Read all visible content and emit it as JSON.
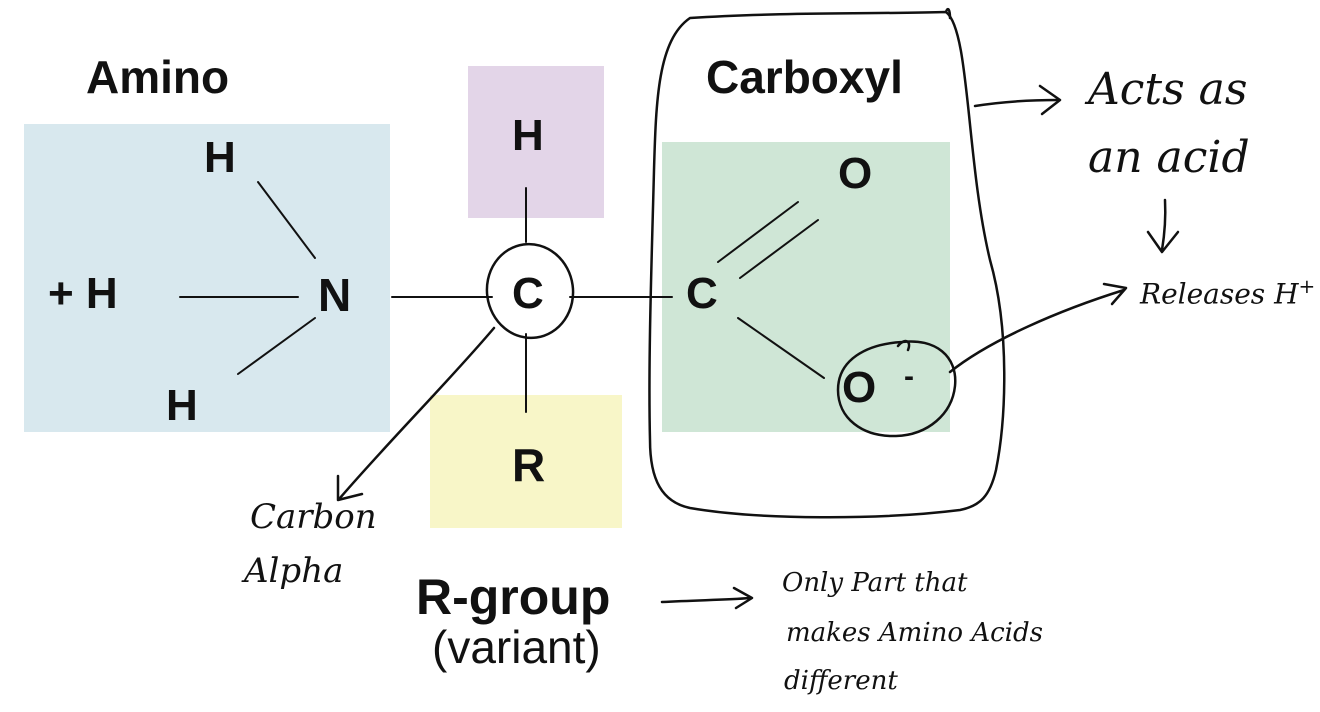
{
  "colors": {
    "amino_box": "#d8e8ee",
    "h_box": "#e3d5e8",
    "r_box": "#f8f6c8",
    "carboxyl_box": "#cfe6d6",
    "ink": "#111111"
  },
  "labels": {
    "amino": "Amino",
    "carboxyl": "Carboxyl",
    "r_group": "R-group",
    "variant": "(variant)"
  },
  "atoms": {
    "plus_h": "+ H",
    "amino_h_top": "H",
    "amino_h_bottom": "H",
    "nitrogen": "N",
    "alpha_h": "H",
    "alpha_c": "C",
    "r": "R",
    "carboxyl_c": "C",
    "double_o": "O",
    "single_o": "O",
    "o_charge": "-"
  },
  "annotations": {
    "acts_line1": "Acts as",
    "acts_line2": "an acid",
    "releases": "Releases H",
    "releases_sup": "+",
    "carbon_line1": "Carbon",
    "carbon_line2": "Alpha",
    "only_line1": "Only Part that",
    "only_line2": "makes Amino Acids",
    "only_line3": "different"
  }
}
